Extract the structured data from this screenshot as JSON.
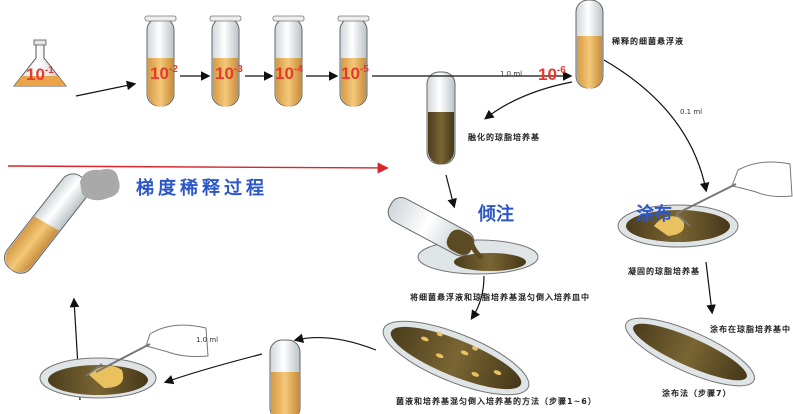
{
  "flask_label": {
    "base": "10",
    "exp": "-1"
  },
  "tube_labels": [
    {
      "base": "10",
      "exp": "-2"
    },
    {
      "base": "10",
      "exp": "-3"
    },
    {
      "base": "10",
      "exp": "-4"
    },
    {
      "base": "10",
      "exp": "-5"
    },
    {
      "base": "10",
      "exp": "-6"
    }
  ],
  "volume_1ml_top": "1.0 ml",
  "volume_01ml": "0.1 ml",
  "volume_1ml_bottom": "1.0 ml",
  "caption_diluted": "稀释的细菌悬浮液",
  "caption_melted_agar": "融化的琼脂培养基",
  "caption_solidified_agar": "凝固的琼脂培养基",
  "caption_pour_mix": "将细菌悬浮液和琼脂培养基混匀倒入培养皿中",
  "caption_spread_on_agar": "涂布在琼脂培养基中",
  "caption_spread_method": "涂布法（步骤7）",
  "caption_pour_method": "菌液和培养基混匀倒入培养基的方法（步骤1~6）",
  "label_gradient_dilution": "梯度稀释过程",
  "label_pour": "倾注",
  "label_spread": "涂布",
  "colors": {
    "red_label": "#e8392a",
    "blue_label": "#2d57c8",
    "liquid": "#e9b25e",
    "agar": "#6e5a2c"
  }
}
